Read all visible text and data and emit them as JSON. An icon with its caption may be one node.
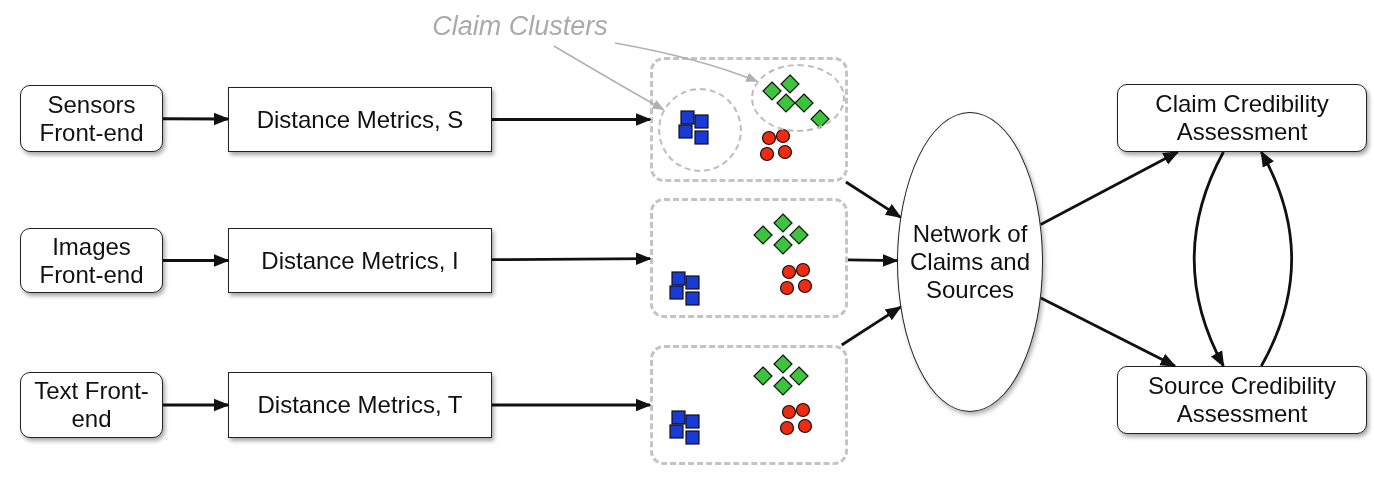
{
  "diagram": {
    "nodes": [
      {
        "text": [
          "Claim Clusters"
        ]
      },
      {
        "text": [
          "Sensors Front-end"
        ]
      },
      {
        "text": [
          "Distance Metrics, S"
        ]
      },
      {
        "text": [],
        "shape": "box"
      },
      {
        "text": [],
        "shape": "circle",
        "in": 3
      },
      {
        "text": [],
        "shape": "circle",
        "in": 3
      },
      {
        "text": [
          "Images Front-end"
        ]
      },
      {
        "text": [
          "Distance Metrics, I"
        ]
      },
      {
        "text": [],
        "shape": "box"
      },
      {
        "text": [
          "Text Front-end"
        ]
      },
      {
        "text": [
          "Distance Metrics, T"
        ]
      },
      {
        "text": [],
        "shape": "box"
      },
      {
        "text": [
          "Network of Claims and Sources"
        ]
      },
      {
        "text": [
          "Claim Credibility Assessment"
        ]
      },
      {
        "text": [
          "Source Credibility Assessment"
        ]
      }
    ],
    "edges": [
      {
        "from": 0,
        "to": 4,
        "arrow": "to",
        "color": "#b0b0b0"
      },
      {
        "from": 0,
        "to": 5,
        "arrow": "to",
        "color": "#b0b0b0"
      },
      {
        "from": 1,
        "to": 2,
        "arrow": "to"
      },
      {
        "from": 2,
        "to": 3,
        "arrow": "to"
      },
      {
        "from": 6,
        "to": 7,
        "arrow": "to"
      },
      {
        "from": 7,
        "to": 8,
        "arrow": "to"
      },
      {
        "from": 9,
        "to": 10,
        "arrow": "to"
      },
      {
        "from": 10,
        "to": 11,
        "arrow": "to"
      },
      {
        "from": 3,
        "to": 12,
        "arrow": "to"
      },
      {
        "from": 8,
        "to": 12,
        "arrow": "to"
      },
      {
        "from": 11,
        "to": 12,
        "arrow": "to"
      },
      {
        "from": 12,
        "to": 13,
        "arrow": "to"
      },
      {
        "from": 12,
        "to": 14,
        "arrow": "to"
      },
      {
        "from": 13,
        "to": 14,
        "arrow": "to"
      },
      {
        "from": 14,
        "to": 13,
        "arrow": "to"
      }
    ]
  }
}
